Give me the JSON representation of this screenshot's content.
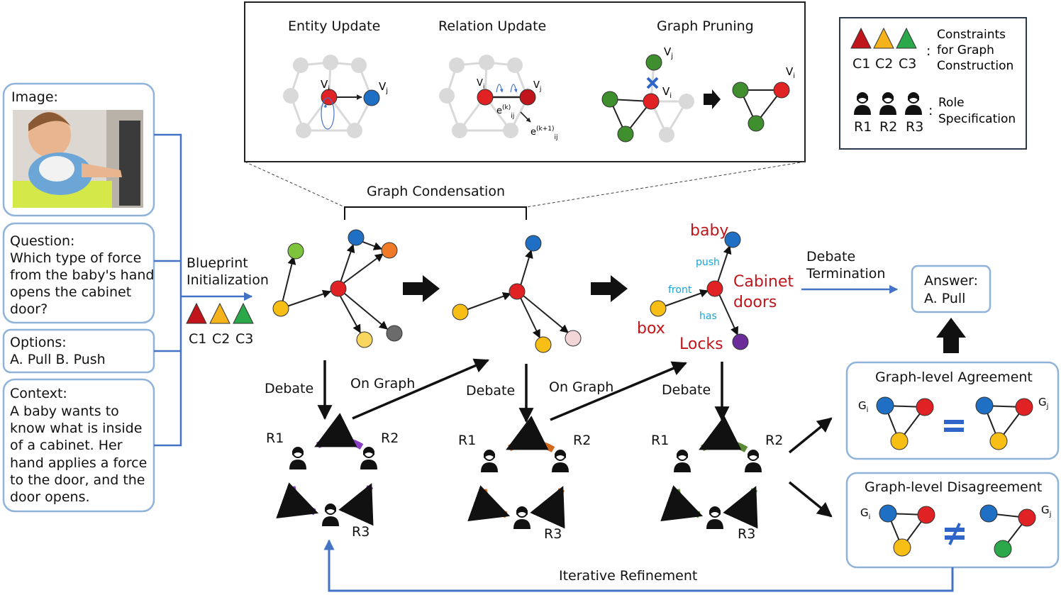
{
  "inputs": {
    "image_label": "Image:",
    "question_label": "Question:",
    "question_lines": [
      "Which type of force",
      "from the baby's hand",
      "opens the cabinet",
      "door?"
    ],
    "options_label": "Options:",
    "options_text": "A.  Pull B. Push",
    "context_label": "Context:",
    "context_lines": [
      "A baby wants to",
      "know what is inside",
      "of a cabinet. Her",
      "hand applies a force",
      "to the door, and the",
      "door opens."
    ]
  },
  "top_panel": {
    "entity_update": "Entity Update",
    "relation_update": "Relation Update",
    "graph_pruning": "Graph Pruning",
    "vi": "V",
    "vi_sub": "i",
    "vj": "V",
    "vj_sub": "j",
    "ek": "e",
    "ek_sup": "(k)",
    "ek_sub": "ij",
    "ek1": "e",
    "ek1_sup": "(k+1)",
    "ek1_sub": "ij"
  },
  "legend": {
    "constraints_lines": [
      "Constraints",
      "for Graph",
      "Construction"
    ],
    "c1": "C1",
    "c2": "C2",
    "c3": "C3",
    "role_lines": [
      "Role",
      "Specification"
    ],
    "r1": "R1",
    "r2": "R2",
    "r3": "R3",
    "colon": ":"
  },
  "flow": {
    "graph_condensation": "Graph Condensation",
    "blueprint_lines": [
      "Blueprint",
      "Initialization"
    ],
    "c1": "C1",
    "c2": "C2",
    "c3": "C3",
    "debate": "Debate",
    "on_graph": "On Graph",
    "r1": "R1",
    "r2": "R2",
    "r3": "R3",
    "debate_termination_lines": [
      "Debate",
      "Termination"
    ],
    "answer_lines": [
      "Answer:",
      "A.  Pull"
    ],
    "iterative_refinement": "Iterative Refinement"
  },
  "scene_graph": {
    "baby": "baby",
    "push": "push",
    "front": "front",
    "cabinet_lines": [
      "Cabinet",
      "doors"
    ],
    "has": "has",
    "box": "box",
    "locks": "Locks"
  },
  "agreement": {
    "agree_title": "Graph-level Agreement",
    "disagree_title": "Graph-level Disagreement",
    "gi": "G",
    "gi_sub": "i",
    "gj": "G",
    "gj_sub": "j"
  },
  "colors": {
    "node_red": "#e02224",
    "node_blue": "#1f6fc4",
    "node_yellow": "#f7be16",
    "node_green": "#3f8f2f",
    "node_orange": "#f07a28",
    "node_lime": "#7dc43c",
    "node_gray": "#6b6b6b",
    "node_purple": "#6b2c9a",
    "node_pink": "#f2d5d6",
    "box_border": "#8fb3d9",
    "flow_blue": "#4472c4",
    "arrow_purple": "#8a3ec4",
    "arrow_orange": "#d2691e",
    "arrow_green": "#5a8a36"
  }
}
